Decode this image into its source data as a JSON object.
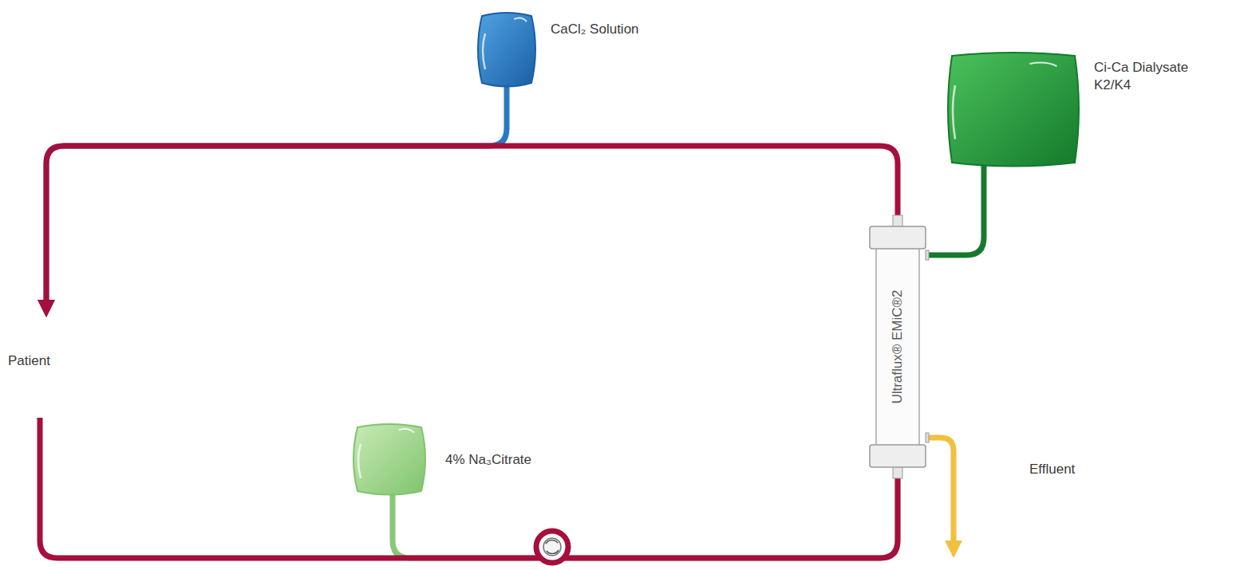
{
  "diagram": {
    "nodes": [
      {
        "text": [
          "CaCl₂ Solution"
        ]
      },
      {
        "text": [
          "Ci-Ca Dialysate K2/K4"
        ]
      },
      {
        "text": [
          "Patient"
        ]
      },
      {
        "text": [
          "Ultraflux® EMiC®2"
        ]
      },
      {
        "text": [
          "4% Na₃Citrate"
        ]
      },
      {
        "text": [
          "Effluent"
        ]
      }
    ],
    "edges": [
      {
        "from": 3,
        "to": 2,
        "arrow": "to"
      },
      {
        "from": 0,
        "to": 2,
        "arrow": "to"
      },
      {
        "from": 2,
        "to": 3,
        "arrow": "none"
      },
      {
        "from": 4,
        "to": 3,
        "arrow": "none"
      },
      {
        "from": 1,
        "to": 3,
        "arrow": "none"
      },
      {
        "from": 3,
        "to": 5,
        "arrow": "to"
      }
    ]
  }
}
